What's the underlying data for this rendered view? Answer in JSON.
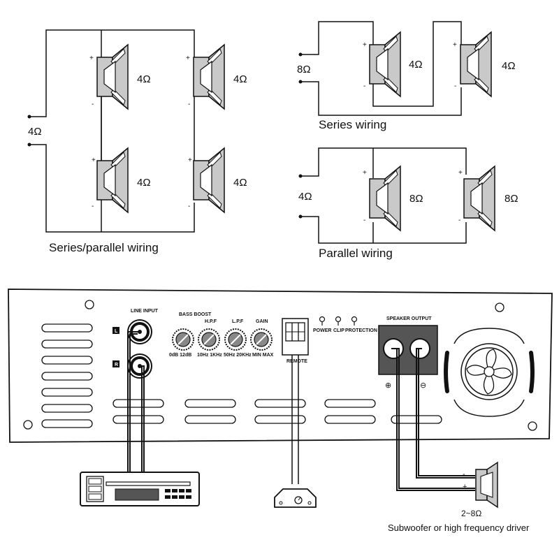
{
  "diagrams": {
    "series_parallel": {
      "caption": "Series/parallel wiring",
      "input": "4Ω",
      "speakers": [
        "4Ω",
        "4Ω",
        "4Ω",
        "4Ω"
      ]
    },
    "series": {
      "caption": "Series wiring",
      "input": "8Ω",
      "speakers": [
        "4Ω",
        "4Ω"
      ]
    },
    "parallel": {
      "caption": "Parallel wiring",
      "input": "4Ω",
      "speakers": [
        "8Ω",
        "8Ω"
      ]
    }
  },
  "terminals": {
    "plus": "+",
    "minus": "-"
  },
  "amplifier": {
    "line_input": "LINE INPUT",
    "channel_left": "L",
    "channel_right": "R",
    "knobs": [
      {
        "title": "BASS BOOST",
        "range": "0dB 12dB"
      },
      {
        "title": "H.P.F",
        "range": "10Hz 1KHz"
      },
      {
        "title": "L.P.F",
        "range": "50Hz 20KHz"
      },
      {
        "title": "GAIN",
        "range": "MIN MAX"
      }
    ],
    "remote": "REMOTE",
    "leds": [
      "POWER",
      "CLIP",
      "PROTECTION"
    ],
    "speaker_output": "SPEAKER OUTPUT",
    "plus_symbol": "⊕",
    "minus_symbol": "⊖"
  },
  "load": {
    "impedance": "2~8Ω",
    "caption": "Subwoofer or high frequency driver"
  }
}
